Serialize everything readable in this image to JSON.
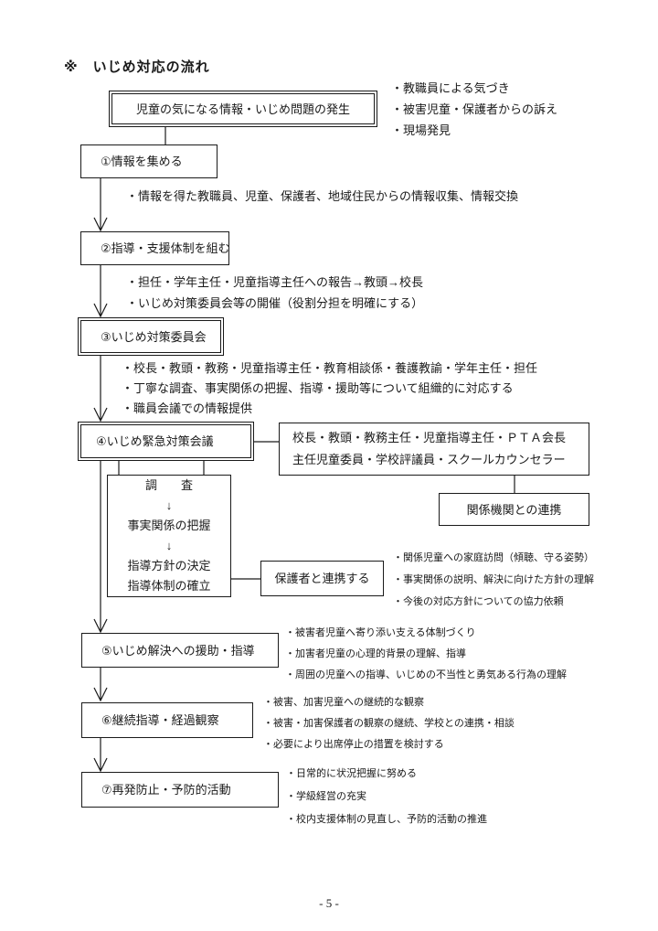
{
  "page": {
    "title": "※　いじめ対応の流れ",
    "page_number": "- 5 -"
  },
  "colors": {
    "ink": "#1a1a1a",
    "paper": "#ffffff"
  },
  "boxes": {
    "incident": "児童の気になる情報・いじめ問題の発生",
    "step1": "①情報を集める",
    "step2": "②指導・支援体制を組む",
    "step3": "③いじめ対策委員会",
    "step4": "④いじめ緊急対策会議",
    "step5": "⑤いじめ解決への援助・指導",
    "step6": "⑥継続指導・経過観察",
    "step7": "⑦再発防止・予防的活動",
    "committee_line1": "校長・教頭・教務主任・児童指導主任・ＰＴＡ会長",
    "committee_line2": "主任児童委員・学校評議員・スクールカウンセラー",
    "agencies": "関係機関との連携",
    "investigation": [
      "調　　査",
      "↓",
      "事実関係の把握",
      "↓",
      "指導方針の決定",
      "指導体制の確立"
    ],
    "parents": "保護者と連携する"
  },
  "notes": {
    "incident": [
      "・教職員による気づき",
      "・被害児童・保護者からの訴え",
      "・現場発見"
    ],
    "step1": [
      "・情報を得た教職員、児童、保護者、地域住民からの情報収集、情報交換"
    ],
    "step2": [
      "・担任・学年主任・児童指導主任への報告→教頭→校長",
      "・いじめ対策委員会等の開催（役割分担を明確にする）"
    ],
    "step3": [
      "・校長・教頭・教務・児童指導主任・教育相談係・養護教諭・学年主任・担任",
      "・丁寧な調査、事実関係の把握、指導・援助等について組織的に対応する",
      "・職員会議での情報提供"
    ],
    "parents": [
      "・関係児童への家庭訪問（傾聴、守る姿勢）",
      "・事実関係の説明、解決に向けた方針の理解",
      "・今後の対応方針についての協力依頼"
    ],
    "step5": [
      "・被害者児童へ寄り添い支える体制づくり",
      "・加害者児童の心理的背景の理解、指導",
      "・周囲の児童への指導、いじめの不当性と勇気ある行為の理解"
    ],
    "step6": [
      "・被害、加害児童への継続的な観察",
      "・被害・加害保護者の観察の継続、学校との連携・相談",
      "・必要により出席停止の措置を検討する"
    ],
    "step7": [
      "・日常的に状況把握に努める",
      "・学級経営の充実",
      "・校内支援体制の見直し、予防的活動の推進"
    ]
  }
}
